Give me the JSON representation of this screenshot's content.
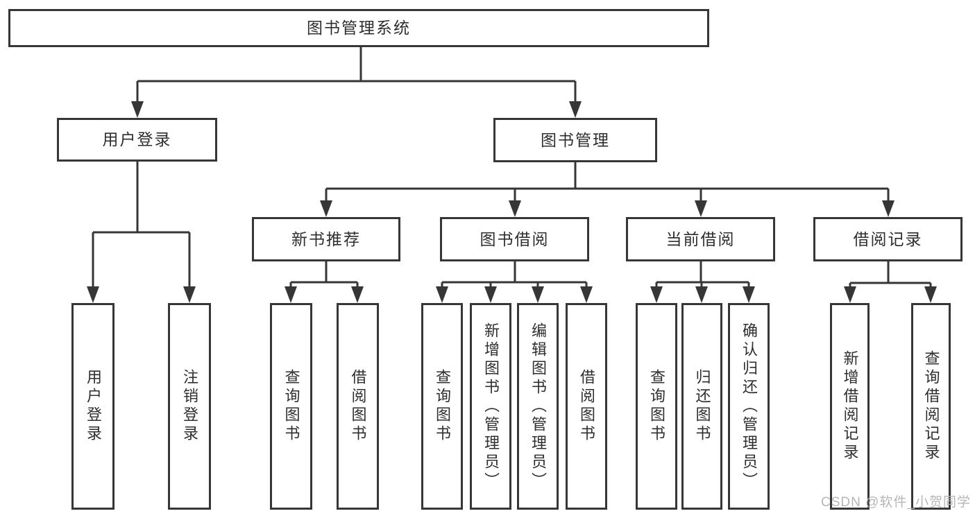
{
  "colors": {
    "line": "#363636",
    "box_border": "#363636",
    "box_fill": "#ffffff",
    "text": "#2e2e2e",
    "watermark_text_color": "#b6b6b8",
    "background": "#ffffff"
  },
  "tree": {
    "label": "图书管理系统",
    "children": [
      {
        "label": "用户登录",
        "children": [
          {
            "label": "用户登录"
          },
          {
            "label": "注销登录"
          }
        ]
      },
      {
        "label": "图书管理",
        "children": [
          {
            "label": "新书推荐",
            "children": [
              {
                "label": "查询图书"
              },
              {
                "label": "借阅图书"
              }
            ]
          },
          {
            "label": "图书借阅",
            "children": [
              {
                "label": "查询图书"
              },
              {
                "label": "新增图书（管理员）"
              },
              {
                "label": "编辑图书（管理员）"
              },
              {
                "label": "借阅图书"
              }
            ]
          },
          {
            "label": "当前借阅",
            "children": [
              {
                "label": "查询图书"
              },
              {
                "label": "归还图书"
              },
              {
                "label": "确认归还（管理员）"
              }
            ]
          },
          {
            "label": "借阅记录",
            "children": [
              {
                "label": "新增借阅记录"
              },
              {
                "label": "查询借阅记录"
              }
            ]
          }
        ]
      }
    ]
  },
  "watermark": {
    "text": "CSDN @软件_小贺同学"
  }
}
